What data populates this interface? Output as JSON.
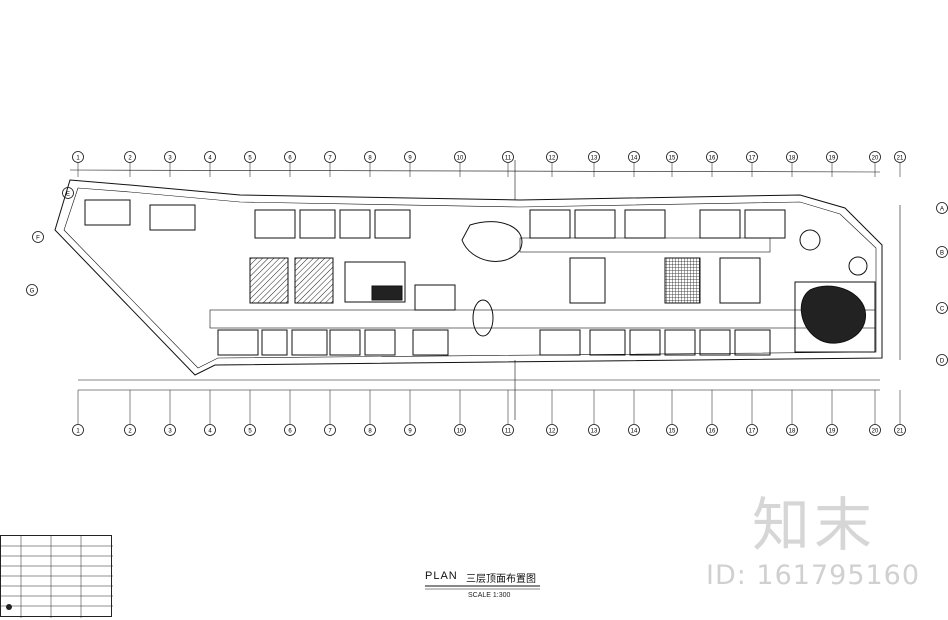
{
  "plan": {
    "title_prefix": "PLAN",
    "title_cn": "三层顶面布置图",
    "scale": "SCALE 1:300"
  },
  "watermark": {
    "logo": "知末",
    "id": "ID: 161795160"
  },
  "grid_columns": [
    "1",
    "2",
    "3",
    "4",
    "5",
    "6",
    "7",
    "8",
    "9",
    "10",
    "11",
    "12",
    "13",
    "14",
    "15",
    "16",
    "17",
    "18",
    "19",
    "20",
    "21"
  ],
  "grid_rows_right": [
    "A",
    "B",
    "C",
    "D"
  ],
  "grid_rows_left": [
    "E",
    "F",
    "G"
  ],
  "legend_rows": 8
}
